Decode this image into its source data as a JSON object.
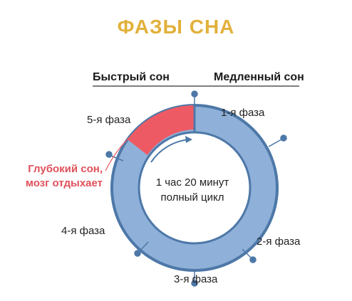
{
  "title": "ФАЗЫ СНА",
  "labels": {
    "rem": "Быстрый сон",
    "nrem": "Медленный сон",
    "phase1": "1-я фаза",
    "phase2": "2-я фаза",
    "phase3": "3-я фаза",
    "phase4": "4-я фаза",
    "phase5": "5-я фаза",
    "deep_line1": "Глубокий сон,",
    "deep_line2": "мозг отдыхает"
  },
  "center": {
    "line1": "1 час 20 минут",
    "line2": "полный цикл"
  },
  "colors": {
    "title": "#e2b13c",
    "ring": "#8fb0d8",
    "ring_border": "#4d78a8",
    "rem_segment": "#ee5a64",
    "accent_text": "#e0505a"
  }
}
